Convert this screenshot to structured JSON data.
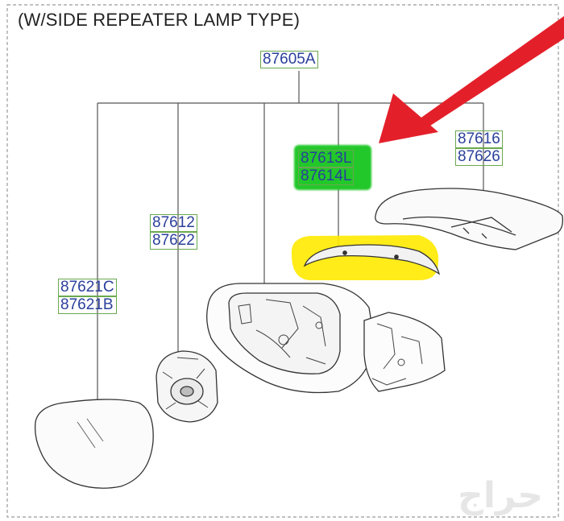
{
  "diagram": {
    "title": "(W/SIDE REPEATER LAMP TYPE)",
    "assembly_part": "87605A",
    "parts": {
      "cover": [
        "87616",
        "87626"
      ],
      "repeater_lamp": [
        "87613L",
        "87614L"
      ],
      "actuator": [
        "87612",
        "87622"
      ],
      "mirror_glass": [
        "87621C",
        "87621B"
      ]
    },
    "highlights": {
      "label_highlight_color": "#22c82a",
      "part_highlight_color": "#ffea00",
      "arrow_color": "#e3202a"
    }
  },
  "watermark": {
    "text": "حراج"
  }
}
